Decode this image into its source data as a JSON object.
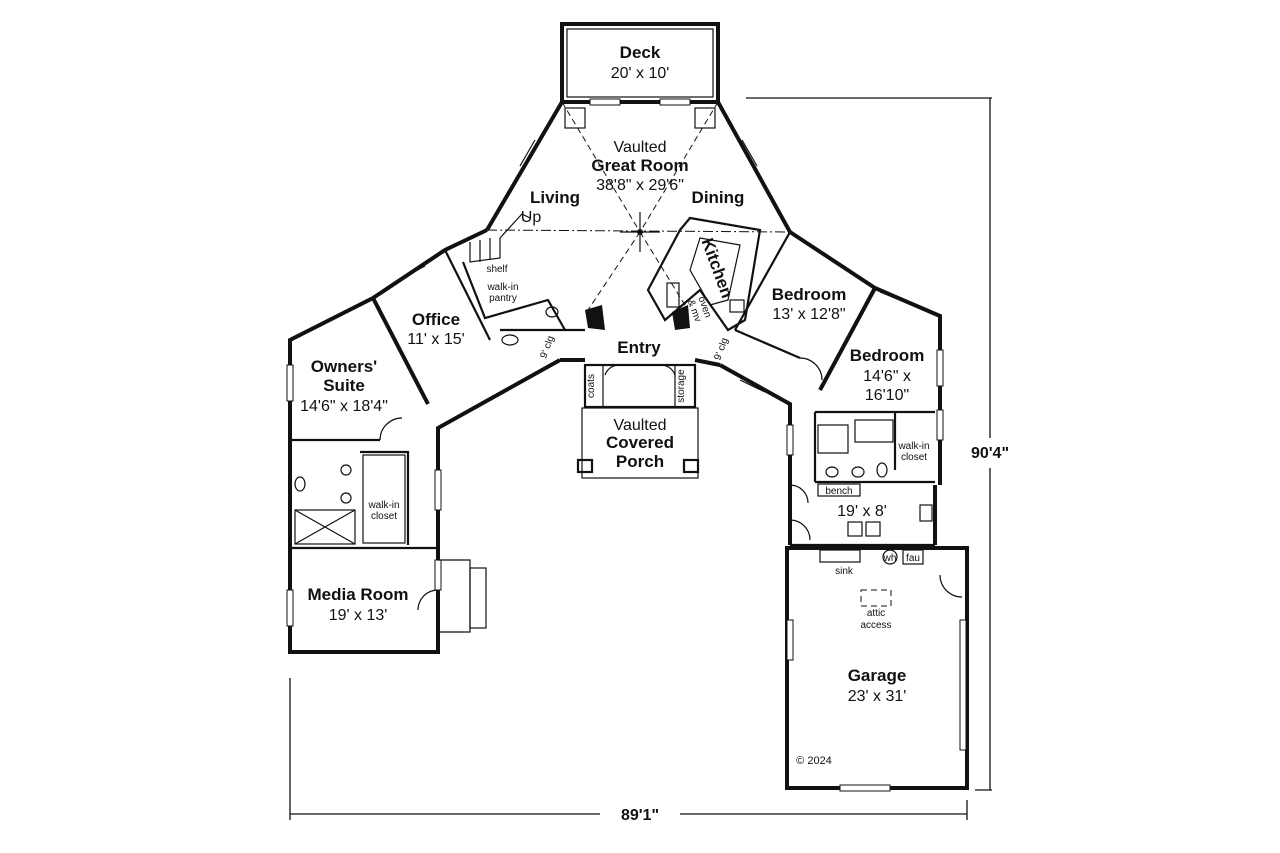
{
  "rooms": {
    "deck": {
      "name": "Deck",
      "size": "20' x 10'"
    },
    "great_room": {
      "line1": "Vaulted",
      "name": "Great Room",
      "size": "38'8\" x 29'6\""
    },
    "living": {
      "name": "Living",
      "note": "Up"
    },
    "dining": {
      "name": "Dining"
    },
    "kitchen": {
      "name": "Kitchen",
      "note1": "oven",
      "note2": "& mv"
    },
    "office": {
      "name": "Office",
      "size": "11' x 15'"
    },
    "entry": {
      "name": "Entry"
    },
    "owners_suite": {
      "line1": "Owners'",
      "line2": "Suite",
      "size": "14'6\" x 18'4\""
    },
    "bedroom1": {
      "name": "Bedroom",
      "size": "13' x 12'8\""
    },
    "bedroom2": {
      "name": "Bedroom",
      "size1": "14'6\" x",
      "size2": "16'10\""
    },
    "porch": {
      "line1": "Vaulted",
      "line2": "Covered",
      "line3": "Porch"
    },
    "media_room": {
      "name": "Media Room",
      "size": "19' x 13'"
    },
    "laundry": {
      "size": "19' x 8'"
    },
    "garage": {
      "name": "Garage",
      "size": "23' x 31'"
    }
  },
  "labels": {
    "shelf": "shelf",
    "walkin_pantry_1": "walk-in",
    "walkin_pantry_2": "pantry",
    "walkin_closet_a1": "walk-in",
    "walkin_closet_a2": "closet",
    "walkin_closet_b1": "walk-in",
    "walkin_closet_b2": "closet",
    "coats": "coats",
    "storage": "storage",
    "clg_left": "9' clg",
    "clg_right": "9' clg",
    "bench": "bench",
    "sink": "sink",
    "wh": "wh",
    "fau": "fau",
    "attic1": "attic",
    "attic2": "access",
    "copyright": "© 2024"
  },
  "dimensions": {
    "width": "89'1\"",
    "depth": "90'4\""
  }
}
